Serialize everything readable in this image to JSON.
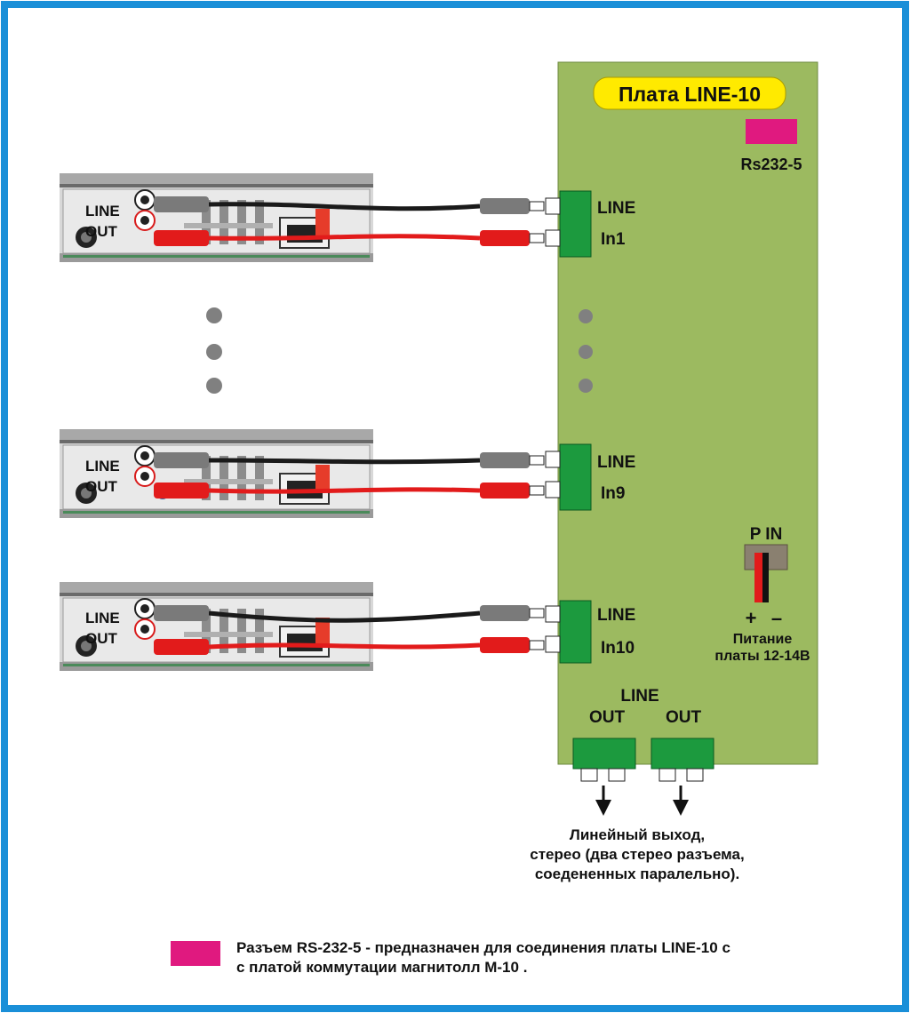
{
  "board": {
    "title": "Плата LINE-10",
    "rs232_label": "Rs232-5",
    "colors": {
      "board": "#9cba60",
      "connector": "#1c9a3e",
      "title_bg": "#ffea00",
      "rs232": "#e0197f",
      "frame": "#1a8fd8"
    }
  },
  "inputs": [
    {
      "line": "LINE",
      "in": "In1"
    },
    {
      "line": "LINE",
      "in": "In9"
    },
    {
      "line": "LINE",
      "in": "In10"
    }
  ],
  "radio": {
    "line": "LINE",
    "out": "OUT"
  },
  "power": {
    "title": "P IN",
    "plus": "+",
    "minus": "–",
    "caption_1": "Питание",
    "caption_2": "платы 12-14В"
  },
  "outputs": {
    "line": "LINE",
    "out_left": "OUT",
    "out_right": "OUT",
    "caption_1": "Линейный выход,",
    "caption_2": "стерео (два стерео разъема,",
    "caption_3": "соедененных паралельно)."
  },
  "legend": {
    "line_1": "Разъем  RS-232-5 - предназначен для соединения платы LINE-10 с",
    "line_2": "с платой коммутации магнитолл М-10 ."
  }
}
